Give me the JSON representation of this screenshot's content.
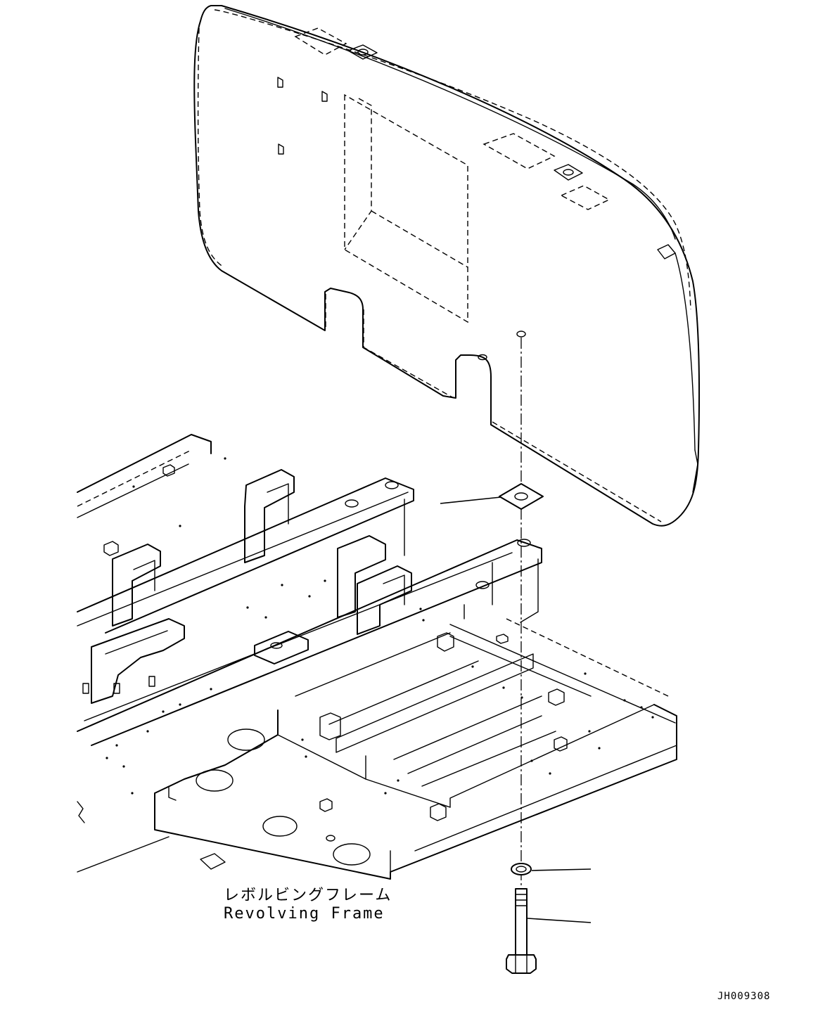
{
  "labels": {
    "frame_label_jp": "レボルビングフレーム",
    "frame_label_en": "Revolving Frame"
  },
  "drawing_code": "JH009308"
}
